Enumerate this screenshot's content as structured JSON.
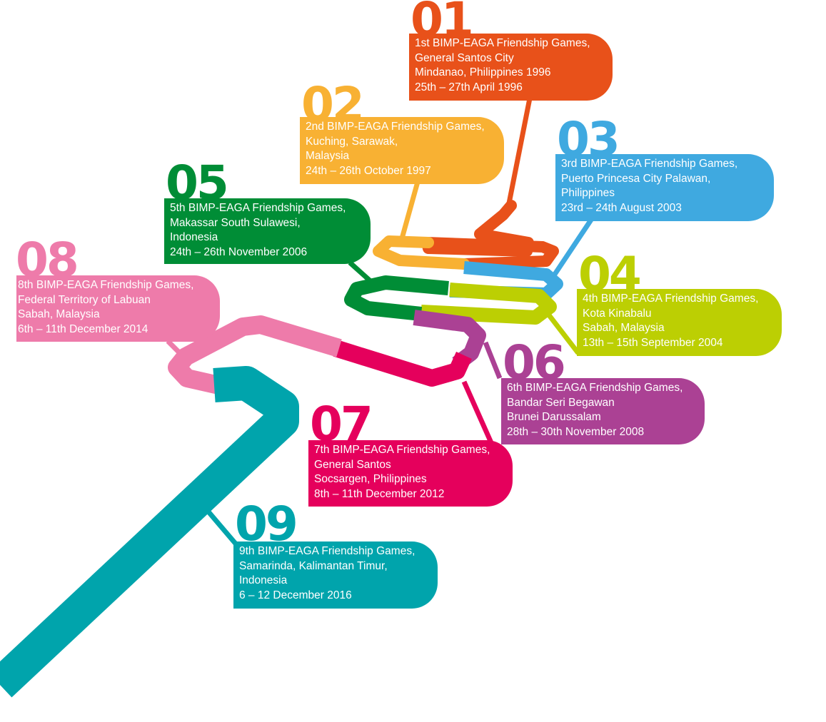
{
  "colors": {
    "e01": "#E8511A",
    "e02": "#F8B133",
    "e03": "#3FA9E0",
    "e04": "#BCCF03",
    "e05": "#008D36",
    "e06": "#AB4194",
    "e07": "#E5005C",
    "e08": "#EE7BAA",
    "e09": "#00A4AC"
  },
  "editions": [
    {
      "number": "01",
      "lines": [
        "1st BIMP-EAGA Friendship Games,",
        "General Santos City",
        "Mindanao, Philippines 1996",
        "25th – 27th April 1996"
      ]
    },
    {
      "number": "02",
      "lines": [
        "2nd BIMP-EAGA Friendship Games,",
        "Kuching,  Sarawak,",
        "Malaysia",
        "24th – 26th October 1997"
      ]
    },
    {
      "number": "03",
      "lines": [
        "3rd BIMP-EAGA Friendship Games,",
        "Puerto Princesa City Palawan,",
        "Philippines",
        "23rd  – 24th August 2003"
      ]
    },
    {
      "number": "04",
      "lines": [
        "4th BIMP-EAGA Friendship Games,",
        "Kota Kinabalu",
        "Sabah, Malaysia",
        "13th – 15th September 2004"
      ]
    },
    {
      "number": "05",
      "lines": [
        "5th BIMP-EAGA Friendship Games,",
        "Makassar South Sulawesi,",
        "Indonesia",
        "24th – 26th November 2006"
      ]
    },
    {
      "number": "06",
      "lines": [
        "6th BIMP-EAGA Friendship Games,",
        "Bandar Seri Begawan",
        "Brunei Darussalam",
        "28th – 30th November 2008"
      ]
    },
    {
      "number": "07",
      "lines": [
        "7th BIMP-EAGA Friendship Games,",
        "General Santos",
        "Socsargen, Philippines",
        "8th – 11th December 2012"
      ]
    },
    {
      "number": "08",
      "lines": [
        "8th BIMP-EAGA Friendship Games,",
        "Federal Territory of Labuan",
        "Sabah, Malaysia",
        "6th – 11th December 2014"
      ]
    },
    {
      "number": "09",
      "lines": [
        "9th BIMP-EAGA Friendship Games,",
        "Samarinda, Kalimantan Timur,",
        "Indonesia",
        "6 – 12 December 2016"
      ]
    }
  ]
}
